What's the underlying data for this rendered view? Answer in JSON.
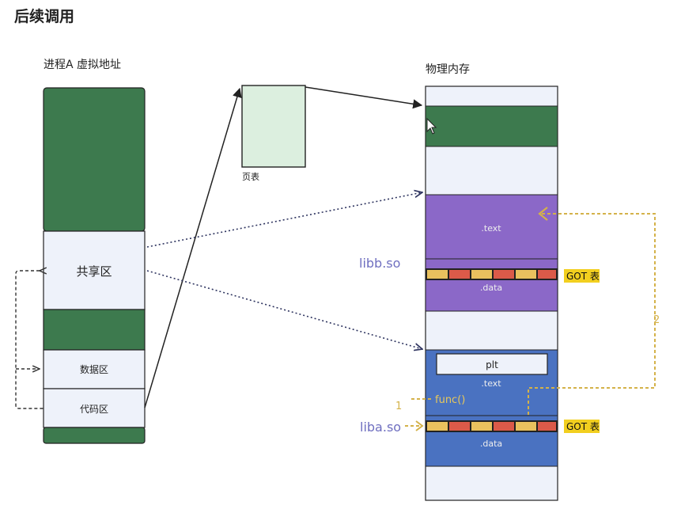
{
  "title": "后续调用",
  "virtual": {
    "label": "进程A 虚拟地址",
    "shared": "共享区",
    "data": "数据区",
    "code": "代码区"
  },
  "page_table": {
    "label": "页表"
  },
  "physical": {
    "label": "物理内存",
    "libb": {
      "name": "libb.so",
      "text": ".text",
      "data": ".data",
      "got": "GOT 表"
    },
    "liba": {
      "name": "liba.so",
      "plt": "plt",
      "text": ".text",
      "data": ".data",
      "got": "GOT 表"
    }
  },
  "annotations": {
    "step1": "1",
    "step2": "2",
    "func": "func()"
  },
  "colors": {
    "green": "#3d7a4e",
    "light": "#eef2fa",
    "purple": "#8b68c8",
    "blue": "#4a72c1",
    "got_red": "#db5a49",
    "got_yellow": "#e9c15e",
    "accent": "#d4b24a",
    "got_label_bg": "#f2cf1f",
    "lib_label": "#6f6fc0"
  }
}
